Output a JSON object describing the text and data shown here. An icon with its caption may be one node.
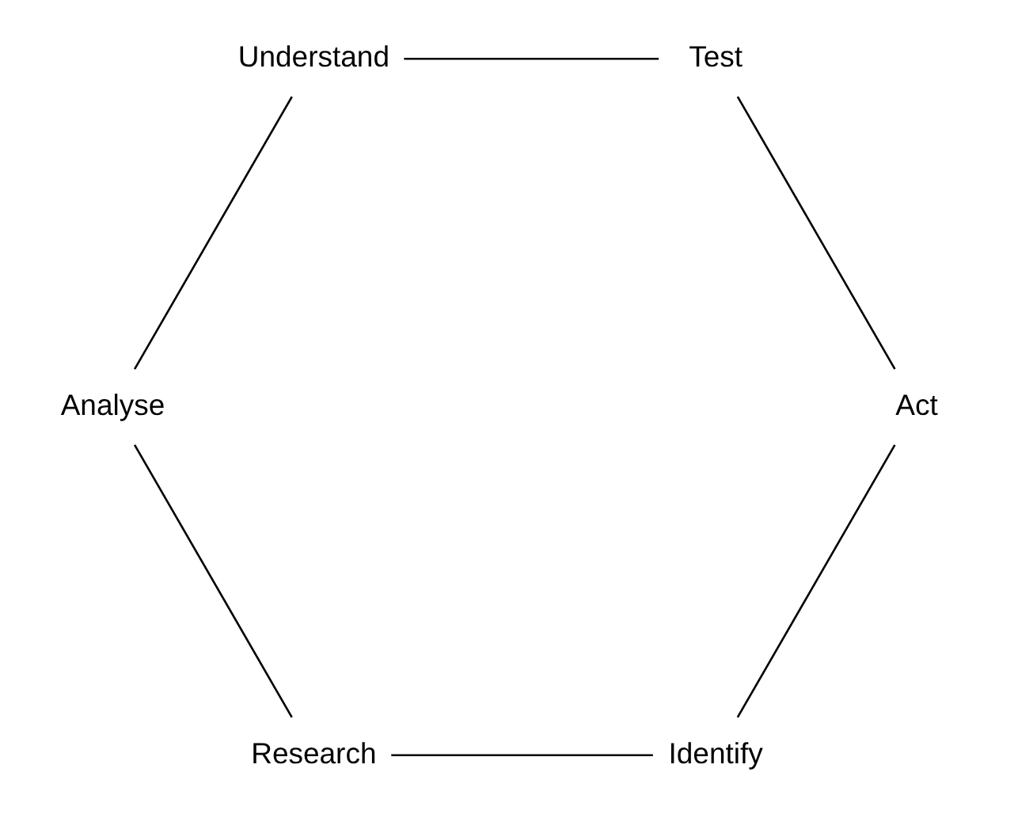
{
  "diagram": {
    "nodes": [
      {
        "text": [
          "Identify"
        ]
      },
      {
        "text": [
          "Research"
        ]
      },
      {
        "text": [
          "Analyse"
        ]
      },
      {
        "text": [
          "Understand"
        ]
      },
      {
        "text": [
          "Test"
        ]
      },
      {
        "text": [
          "Act"
        ]
      }
    ],
    "edges": [
      {
        "from": 0,
        "to": 1,
        "arrow": "none"
      },
      {
        "from": 1,
        "to": 2,
        "arrow": "none"
      },
      {
        "from": 2,
        "to": 3,
        "arrow": "none"
      },
      {
        "from": 3,
        "to": 4,
        "arrow": "none"
      },
      {
        "from": 4,
        "to": 5,
        "arrow": "none"
      },
      {
        "from": 5,
        "to": 0,
        "arrow": "none"
      }
    ]
  }
}
